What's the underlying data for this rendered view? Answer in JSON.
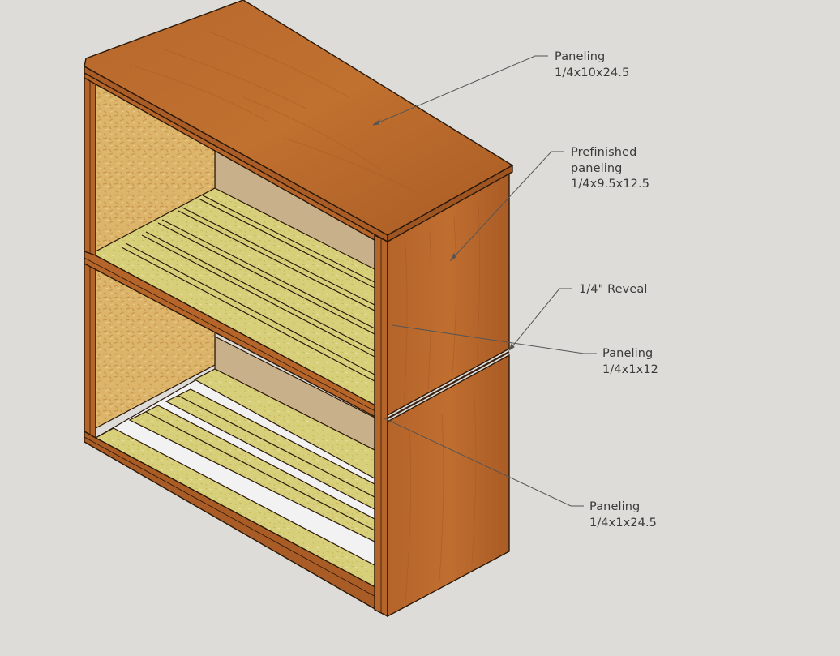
{
  "canvas": {
    "background": "#dddcd8",
    "colors": {
      "cherry": "#b5642a",
      "cherry_dark": "#8f4a1c",
      "cherry_light": "#c8783a",
      "osb": "#dcb46a",
      "slat": "#d8cf7a",
      "back_panel": "#c8b08a",
      "outline": "#2a1808",
      "leader": "#555555",
      "label_text": "#3a3a3a"
    }
  },
  "annotations": [
    {
      "id": "top-panel",
      "lines": [
        "Paneling",
        "1/4x10x24.5"
      ]
    },
    {
      "id": "side-panel",
      "lines": [
        "Prefinished",
        "paneling",
        "1/4x9.5x12.5"
      ]
    },
    {
      "id": "reveal",
      "lines": [
        "1/4\" Reveal"
      ]
    },
    {
      "id": "vertical-trim",
      "lines": [
        "Paneling",
        "1/4x1x12"
      ]
    },
    {
      "id": "horizontal-trim",
      "lines": [
        "Paneling",
        "1/4x1x24.5"
      ]
    }
  ]
}
